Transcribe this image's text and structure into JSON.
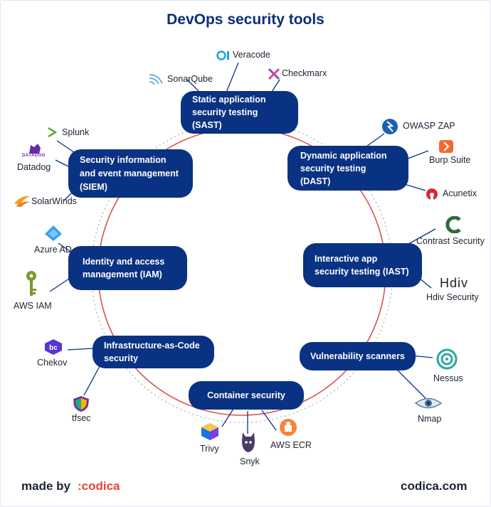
{
  "title": "DevOps security tools",
  "categories": {
    "sast": "Static application security testing (SAST)",
    "dast": "Dynamic application security testing (DAST)",
    "iast": "Interactive app security testing (IAST)",
    "vuln": "Vulnerability scanners",
    "container": "Container security",
    "iac": "Infrastructure-as-Code security",
    "iam": "Identity and access management (IAM)",
    "siem": "Security information and event management (SIEM)"
  },
  "tools": {
    "veracode": "Veracode",
    "sonarqube": "SonarQube",
    "checkmarx": "Checkmarx",
    "owasp": "OWASP ZAP",
    "burp": "Burp Suite",
    "acunetix": "Acunetix",
    "contrast": "Contrast Security",
    "hdiv": "Hdiv Security",
    "nessus": "Nessus",
    "nmap": "Nmap",
    "trivy": "Trivy",
    "snyk": "Snyk",
    "awsecr": "AWS ECR",
    "chekov": "Chekov",
    "tfsec": "tfsec",
    "azuread": "Azure AD",
    "awsiam": "AWS IAM",
    "splunk": "Splunk",
    "datadog": "Datadog",
    "solarwinds": "SolarWinds"
  },
  "logo_text": {
    "datadog": "DATADOG",
    "hdiv": "Hdiv"
  },
  "footer": {
    "made_by": "made by",
    "brand": ":codica",
    "site": "codica.com"
  },
  "colors": {
    "title": "#0d2d7a",
    "box": "#0a3282",
    "ring": "#d9534f",
    "brand": "#e0463b"
  }
}
